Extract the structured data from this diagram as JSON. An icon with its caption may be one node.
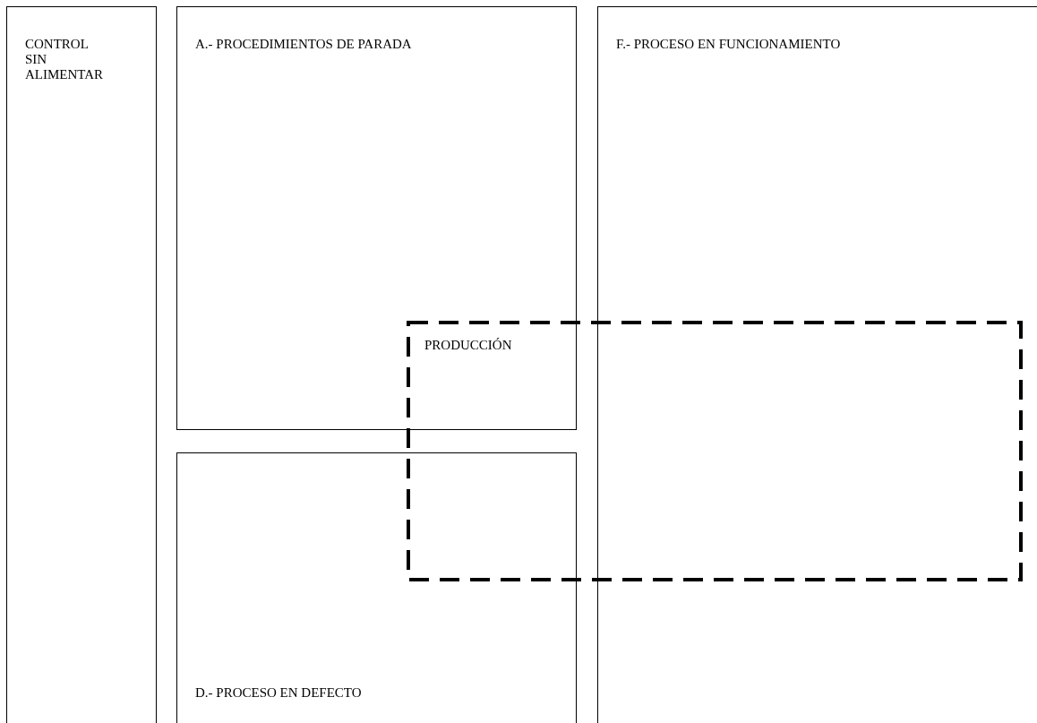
{
  "diagram": {
    "nodes": [
      {
        "text": [
          "CONTROL SIN ALIMENTAR"
        ]
      },
      {
        "text": [
          "A.- PROCEDIMIENTOS DE PARADA"
        ]
      },
      {
        "text": [
          "F.- PROCESO EN FUNCIONAMIENTO"
        ]
      },
      {
        "text": [
          "PRODUCCIÓN"
        ]
      },
      {
        "text": [
          "D.- PROCESO EN DEFECTO"
        ]
      }
    ]
  }
}
